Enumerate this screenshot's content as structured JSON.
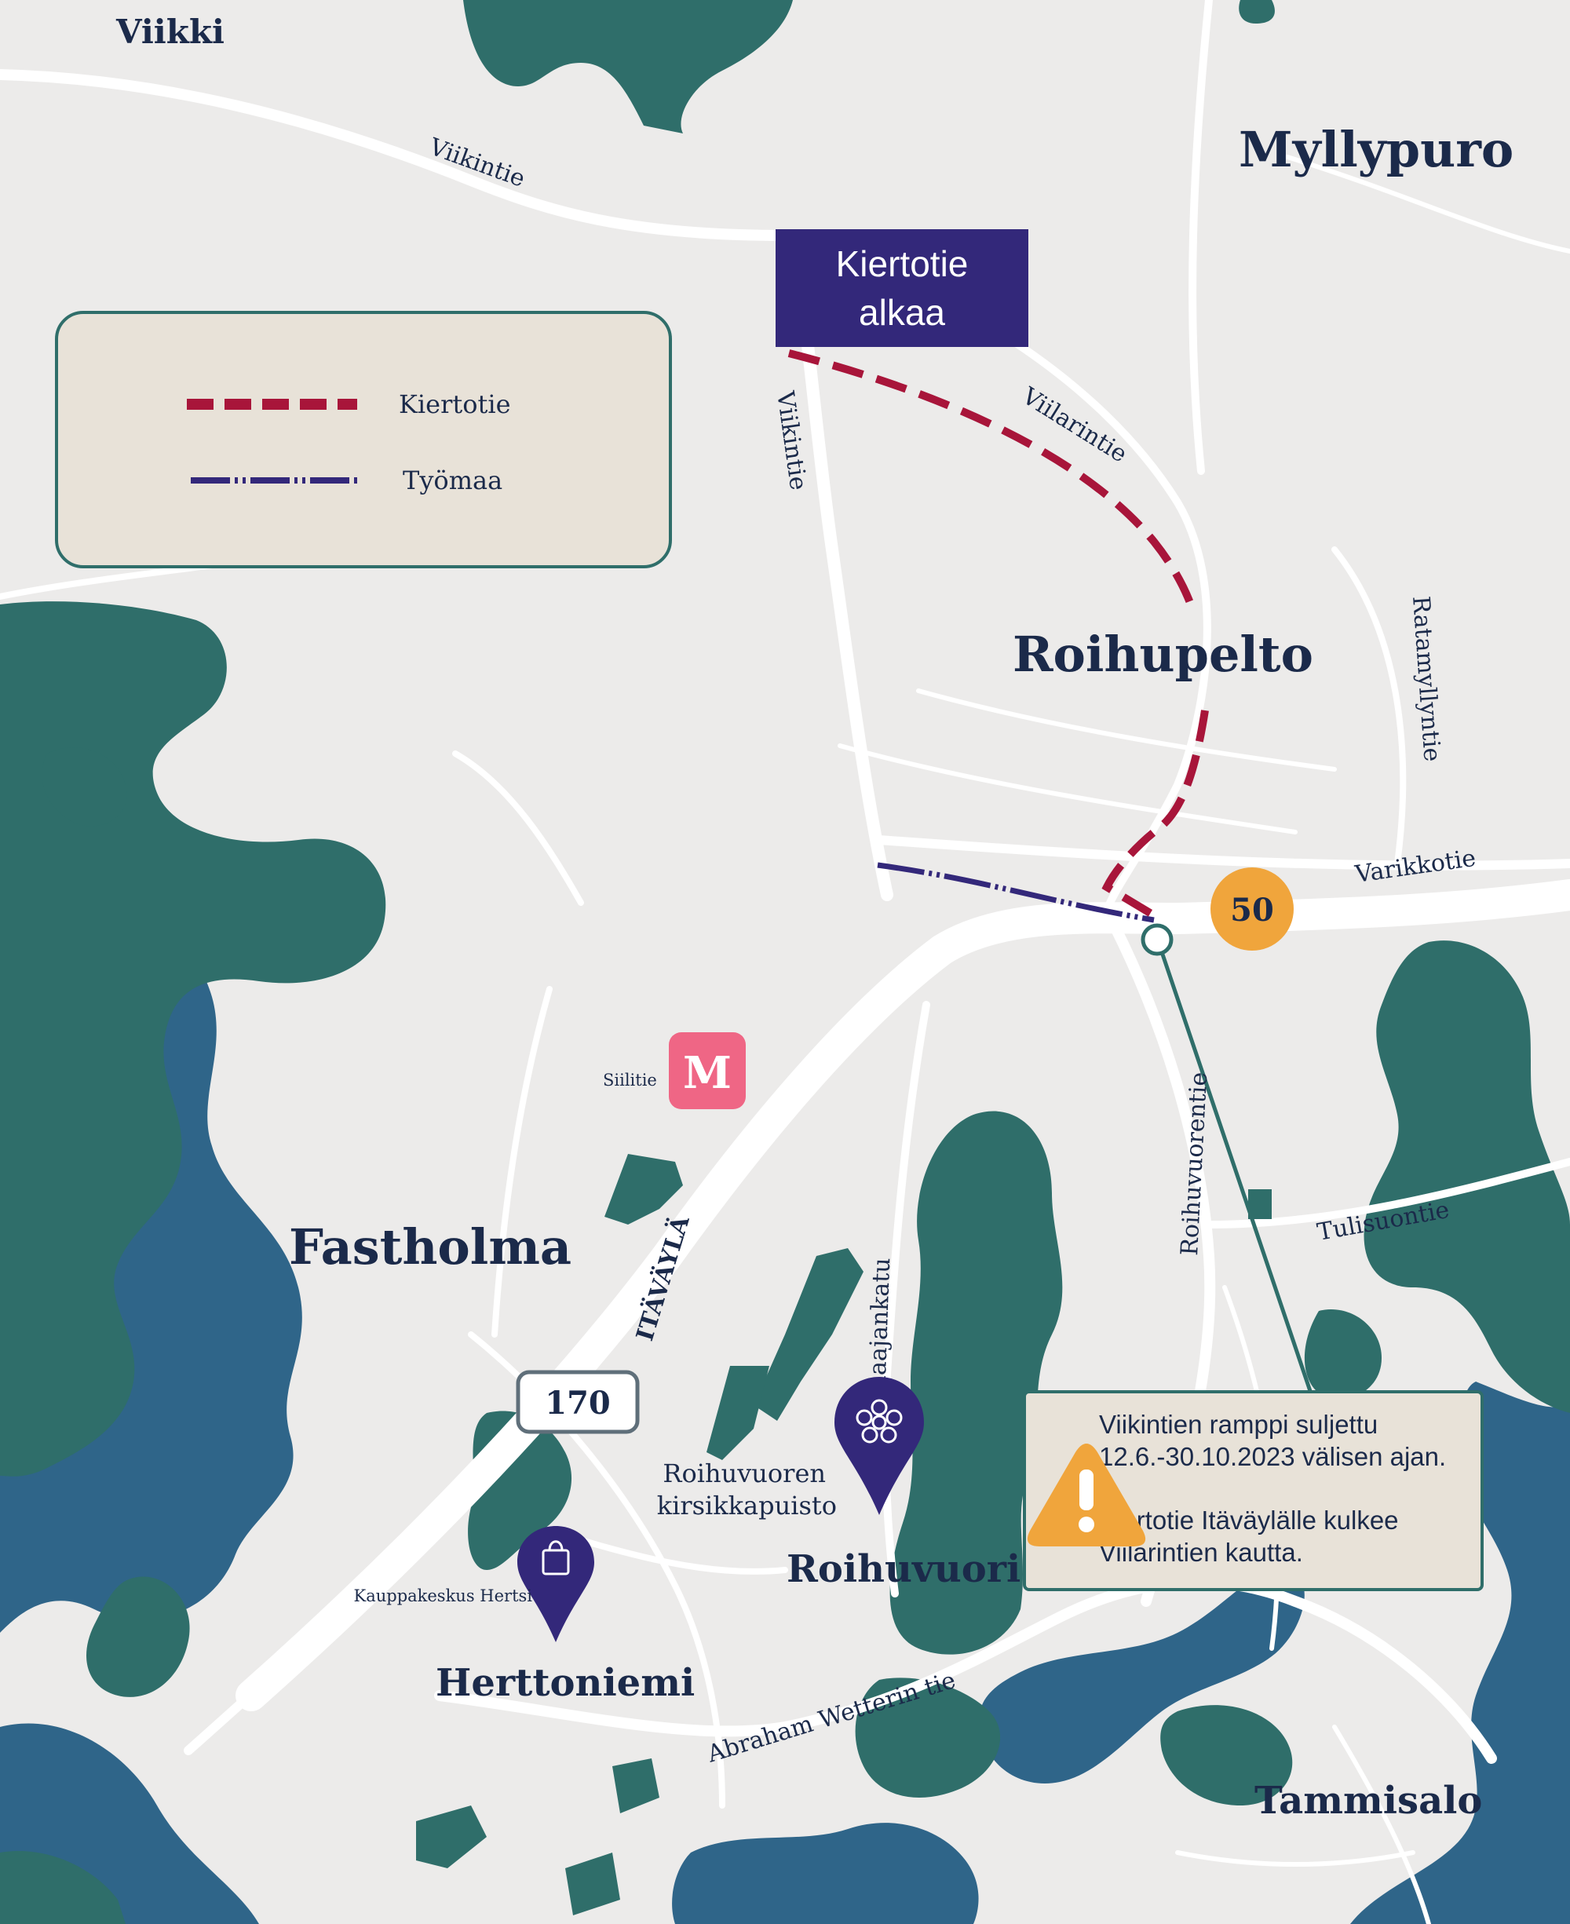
{
  "places": {
    "viikki": "Viikki",
    "myllypuro": "Myllypuro",
    "roihupelto": "Roihupelto",
    "fastholma": "Fastholma",
    "roihuvuori": "Roihuvuori",
    "herttoniemi": "Herttoniemi",
    "tammisalo": "Tammisalo"
  },
  "streets": {
    "viikintie_top": "Viikintie",
    "viikintie_vertical": "Viikintie",
    "viilarintie": "Viilarintie",
    "ratamyllyntie": "Ratamyllyntie",
    "varikkotie": "Varikkotie",
    "roihuvuorentie": "Roihuvuorentie",
    "tulisuontie": "Tulisuontie",
    "itavayla": "ITÄVÄYLÄ",
    "sahaajankatu": "Sahaajankatu",
    "abraham_wetterin_tie": "Abraham Wetterin tie"
  },
  "pois": {
    "siilitie": "Siilitie",
    "metro_letter": "M",
    "kirsikkapuisto_line1": "Roihuvuoren",
    "kirsikkapuisto_line2": "kirsikkapuisto",
    "kauppakeskus": "Kauppakeskus Hertsi"
  },
  "badges": {
    "route_50": "50",
    "route_170": "170"
  },
  "detour_start": {
    "line1": "Kiertotie",
    "line2": "alkaa"
  },
  "legend": {
    "detour_label": "Kiertotie",
    "worksite_label": "Työmaa"
  },
  "notice": {
    "line1": "Viikintien ramppi suljettu",
    "line2": "12.6.-30.10.2023 välisen ajan.",
    "line3": "Kiertotie Itäväylälle kulkee",
    "line4": "Viilarintien kautta."
  },
  "icons": {
    "metro": "metro-icon",
    "park": "cherry-blossom-icon",
    "shopping": "shopping-bag-icon",
    "warning": "warning-icon",
    "closed_ramp": "ramp-marker-icon",
    "flag": "flag-icon"
  },
  "colors": {
    "background": "#ecebea",
    "road": "#ffffff",
    "forest": "#2f6e6a",
    "water": "#2f6589",
    "detour": "#a8153a",
    "worksite": "#33287a",
    "navy_label": "#1b2a4a",
    "badge_orange": "#f0a53c",
    "metro_pink": "#ef6685",
    "legend_bg": "#e8e2d8",
    "legend_border": "#2f6e6a",
    "detour_start_bg": "#33287a"
  }
}
